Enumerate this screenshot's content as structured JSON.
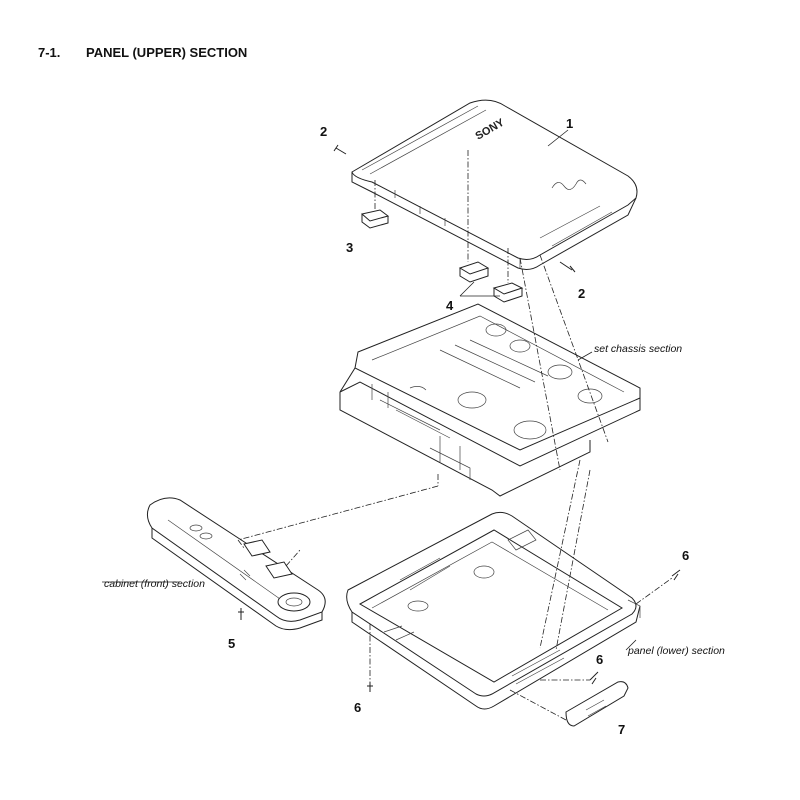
{
  "heading": {
    "number": "7-1.",
    "title": "PANEL (UPPER)  SECTION"
  },
  "brand": {
    "logo": "SONY"
  },
  "part_numbers": {
    "p1": "1",
    "p2_left": "2",
    "p2_right": "2",
    "p3": "3",
    "p4": "4",
    "p5": "5",
    "p6_right": "6",
    "p6_lower": "6",
    "p6_left": "6",
    "p7": "7"
  },
  "section_labels": {
    "set_chassis": "set chassis section",
    "cabinet_front": "cabinet (front) section",
    "panel_lower": "panel (lower) section"
  }
}
